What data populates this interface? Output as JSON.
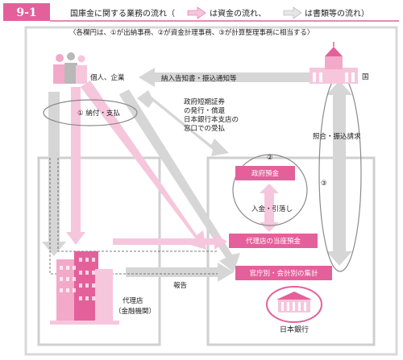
{
  "header": {
    "badge": "9-1",
    "title": "国庫金に関する業務の流れ（",
    "legend_funds": "は資金の流れ、",
    "legend_docs": "は書類等の流れ）"
  },
  "note": "〈各欄円は、①が出納事務、②が資金計理事務、③が計算整理事務に相当する〉",
  "nodes": {
    "individuals": "個人、企業",
    "state": "国",
    "gov_deposit": "政府預金",
    "agent_deposit": "代理店の当座預金",
    "aggregation": "官庁別・会計別の集計",
    "agent_label_1": "代理店",
    "agent_label_2": "（金融機関）",
    "boj": "日本銀行"
  },
  "flows": {
    "notice": "納入告知書・振込通知等",
    "payment": "① 納付・支払",
    "securities_1": "政府短期証券",
    "securities_2": "の発行・償還",
    "securities_3": "日本銀行本支店の",
    "securities_4": "窓口での受払",
    "circle2": "②",
    "circle3": "③",
    "reconcile": "照合・振込請求",
    "deposit_withdraw": "入金・引落し",
    "report": "報告"
  },
  "colors": {
    "pink": "#e4609a",
    "light_pink": "#f6c6dc",
    "grey_arrow": "#d6d6d6",
    "frame": "#cfcfcf",
    "dark": "#444444"
  }
}
